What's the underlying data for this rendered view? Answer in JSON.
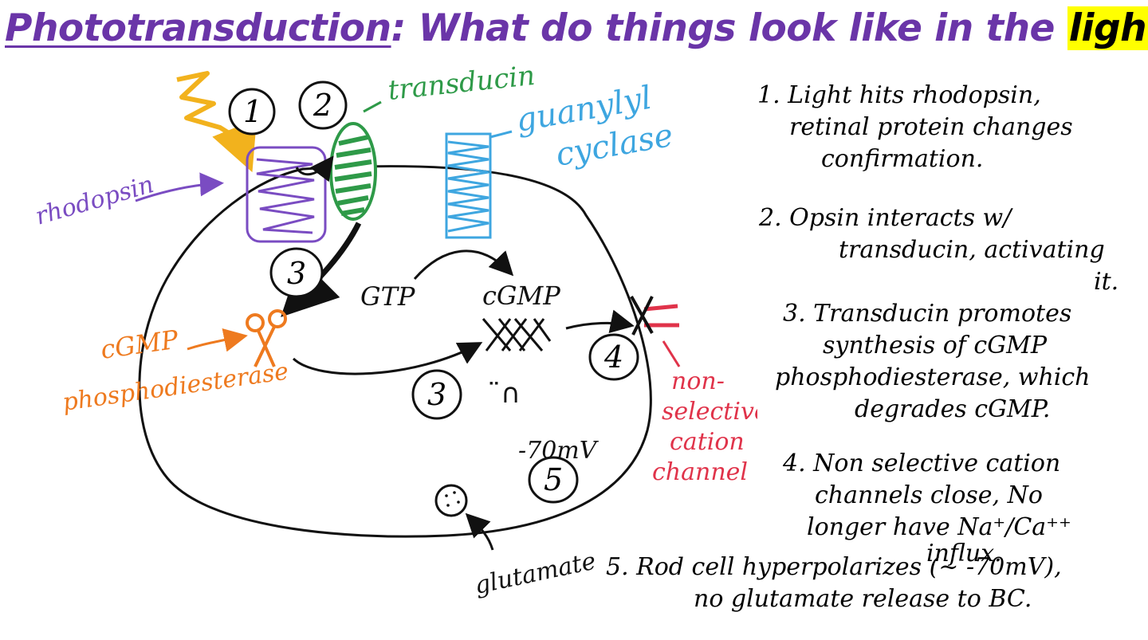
{
  "title": {
    "main": "Phototransduction",
    "rest": ": What do things look like in the ",
    "highlight": "light?"
  },
  "colors": {
    "title": "#6a35a8",
    "highlight_bg": "#ffff00",
    "light": "#f2b21d",
    "rhodopsin": "#7a4cc2",
    "transducin": "#2e9a48",
    "guanylyl_cyclase": "#3ea6e0",
    "phosphodiesterase": "#ee7a1f",
    "channel": "#e0334a",
    "ink": "#111111"
  },
  "labels": {
    "rhodopsin": "rhodopsin",
    "transducin": "transducin",
    "guanylyl_line1": "guanylyl",
    "guanylyl_line2": "cyclase",
    "pde_line1": "cGMP",
    "pde_line2": "phosphodiesterase",
    "gtp": "GTP",
    "cgmp": "cGMP",
    "sad_face": "̈∩",
    "channel_lines": [
      "non-",
      "selective",
      "cation",
      "channel"
    ],
    "voltage": "-70mV",
    "glutamate": "glutamate"
  },
  "markers": {
    "m1": "1",
    "m2": "2",
    "m3a": "3",
    "m3b": "3",
    "m4": "4",
    "m5": "5"
  },
  "steps": [
    {
      "lines": [
        "1. Light hits rhodopsin,",
        "retinal protein changes",
        "confirmation."
      ]
    },
    {
      "lines": [
        "2. Opsin interacts w/",
        "transducin, activating",
        "it."
      ]
    },
    {
      "lines": [
        "3. Transducin promotes",
        "synthesis of cGMP",
        "phosphodiesterase, which",
        "degrades cGMP."
      ]
    },
    {
      "lines": [
        "4. Non selective cation",
        "channels close, No",
        "longer have Na⁺/Ca⁺⁺",
        "influx."
      ]
    },
    {
      "lines": [
        "5. Rod cell hyperpolarizes (~ -70mV),",
        "no glutamate release to BC."
      ]
    }
  ]
}
